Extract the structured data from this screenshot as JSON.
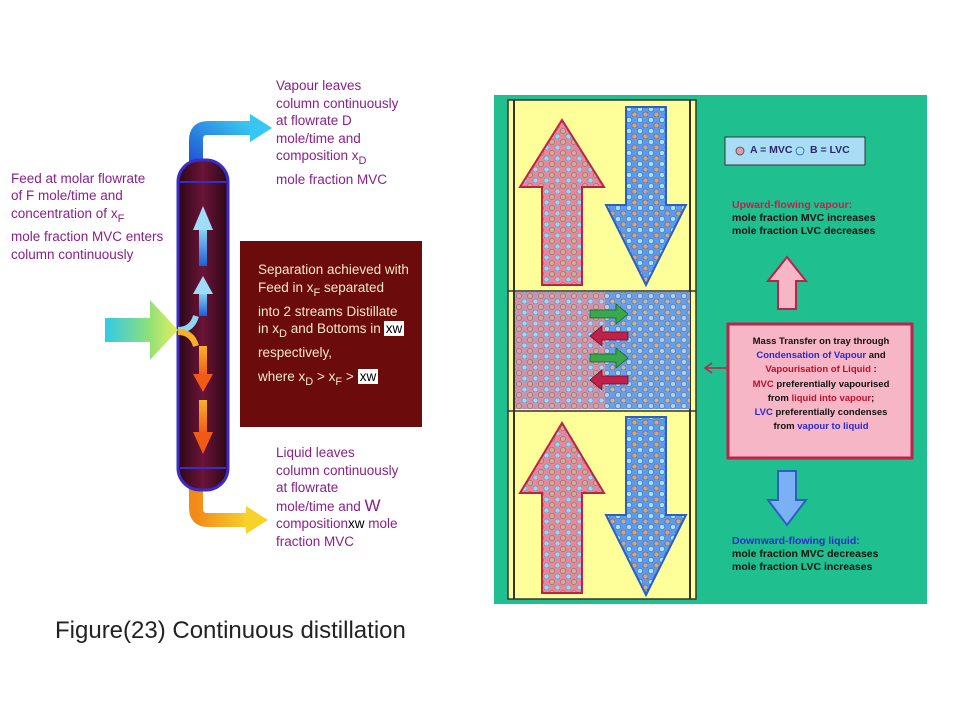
{
  "left_diagram": {
    "feed_text": {
      "line1": "Feed at molar flowrate",
      "line2": "of  F mole/time and",
      "line3_pre": "concentration of x",
      "line3_sub": "F",
      "line4": "mole fraction MVC enters",
      "line5": "column continuously"
    },
    "vapour_text": {
      "line1": "Vapour leaves",
      "line2": "column continuously",
      "line3": "at flowrate D",
      "line4": "mole/time and",
      "line5_pre": "composition x",
      "line5_sub": "D",
      "line6": "mole fraction MVC"
    },
    "separation_box": {
      "line1": "Separation achieved with",
      "line2_pre": "Feed in x",
      "line2_sub": "F",
      "line2_post": " separated",
      "line3": "into 2 streams Distillate",
      "line4_pre": "in x",
      "line4_sub": "D",
      "line4_post": " and Bottoms in",
      "line4_box": "xw",
      "line5": "respectively,",
      "line6_pre": "where   x",
      "line6_sub1": "D",
      "line6_mid": " > x",
      "line6_sub2": "F",
      "line6_post": " >",
      "line6_box": "xw"
    },
    "liquid_text": {
      "line1": "Liquid leaves",
      "line2": "column continuously",
      "line3": "at flowrate",
      "line4_pre": "mole/time and ",
      "line4_big": "W",
      "line5_pre": "composition",
      "line5_mid": "xw",
      "line5_post": " mole",
      "line6": "fraction MVC"
    }
  },
  "right_diagram": {
    "legend": {
      "a_label": "A = MVC",
      "b_label": "B = LVC"
    },
    "upward": {
      "title": "Upward-flowing vapour:",
      "line1": "mole fraction MVC increases",
      "line2": "mole fraction LVC decreases"
    },
    "mass_transfer": {
      "line1": "Mass Transfer on tray through",
      "line2_blue": "Condensation of Vapour",
      "line2_post": " and",
      "line3_red": "Vapourisation of Liquid",
      "line3_post": " :",
      "line4_red": "MVC",
      "line4_post": " preferentially vapourised",
      "line5_pre": "from ",
      "line5_red": "liquid into vapour",
      "line5_post": ";",
      "line6_blue": "LVC",
      "line6_post": " preferentially condenses",
      "line7_pre": "from ",
      "line7_blue": "vapour to liquid"
    },
    "downward": {
      "title": "Downward-flowing liquid:",
      "line1": "mole fraction MVC decreases",
      "line2": "mole fraction LVC increases"
    }
  },
  "caption": "Figure(23) Continuous distillation",
  "colors": {
    "purple_text": "#8a1f8a",
    "column": "#5a1033",
    "separation_box": "#6b0b0b",
    "right_background": "#1fbf8f",
    "panel_yellow": "#ffff99",
    "red_arrow": "#e8587a",
    "blue_arrow": "#4a8ef0"
  }
}
